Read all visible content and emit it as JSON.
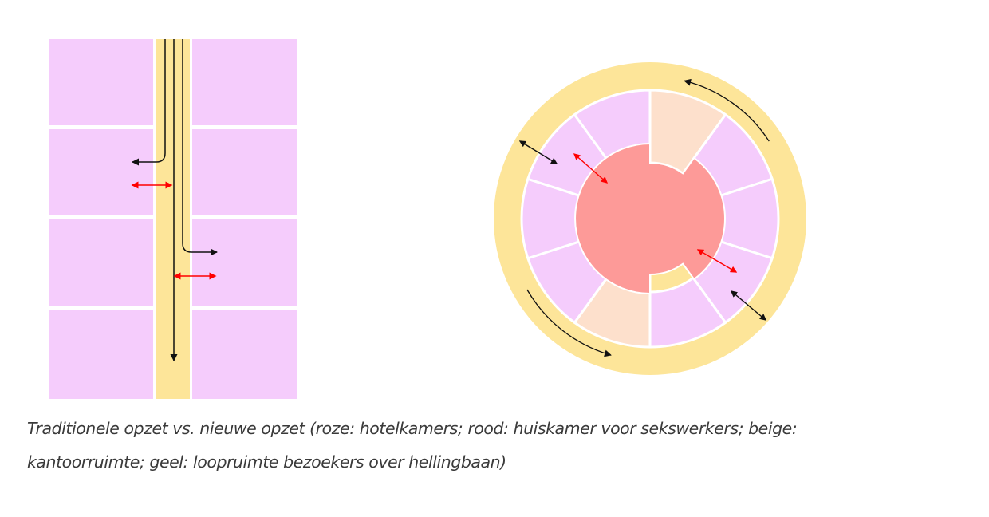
{
  "caption": {
    "line1": "Traditionele opzet vs. nieuwe opzet (roze: hotelkamers; rood: huiskamer voor sekswerkers; beige:",
    "line2": "kantoorruimte; geel: loopruimte bezoekers over hellingbaan)"
  },
  "colors": {
    "roze_hotelkamers": "#f5ccfc",
    "rood_huiskamer": "#fd9a98",
    "beige_kantoorruimte": "#fde0cc",
    "geel_loopruimte": "#fde599",
    "arrow_black": "#111111",
    "arrow_red": "#ff0000",
    "divider": "#ffffff"
  },
  "diagrams": [
    {
      "name": "traditionele-opzet",
      "rooms_per_side": 4
    },
    {
      "name": "nieuwe-opzet",
      "rooms_total": 10,
      "office_segments": 2
    }
  ]
}
